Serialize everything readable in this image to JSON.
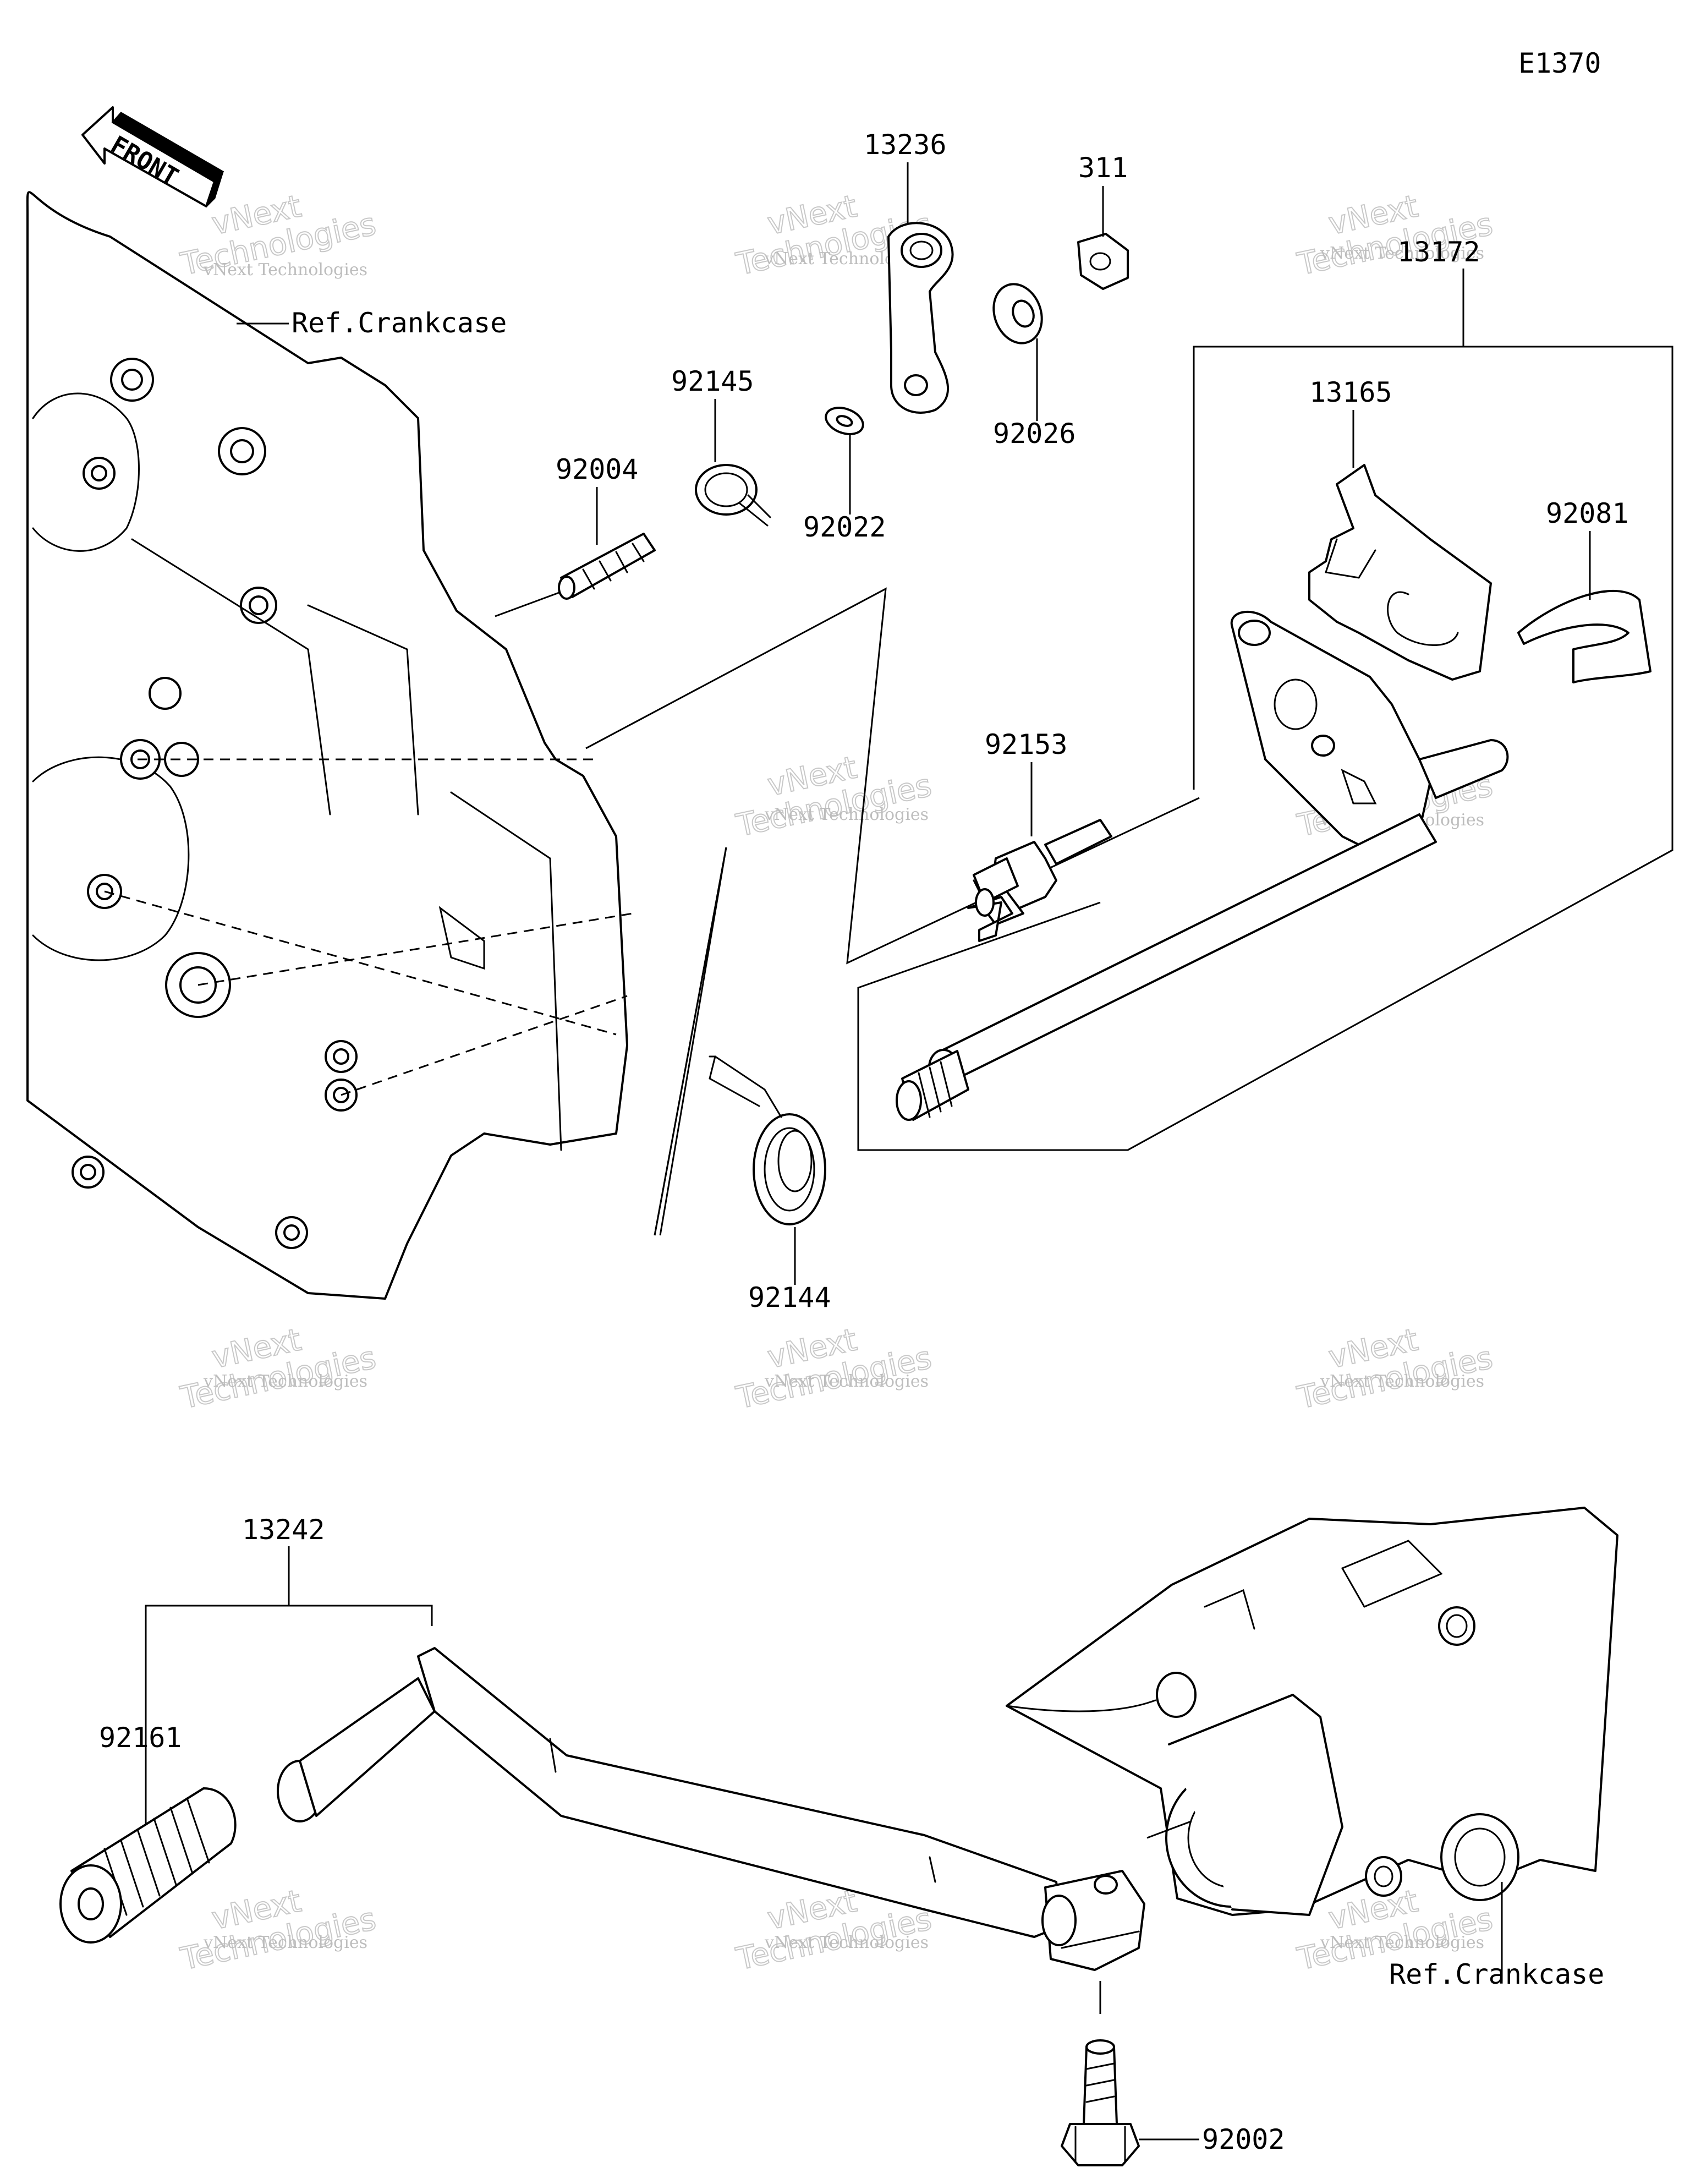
{
  "diagram_code": "E1370",
  "direction_label": "FRONT",
  "refs": {
    "crankcase_top": "Ref.Crankcase",
    "crankcase_bottom": "Ref.Crankcase"
  },
  "parts": [
    {
      "id": "p13236",
      "number": "13236"
    },
    {
      "id": "p311",
      "number": "311"
    },
    {
      "id": "p13172",
      "number": "13172"
    },
    {
      "id": "p13165",
      "number": "13165"
    },
    {
      "id": "p92081",
      "number": "92081"
    },
    {
      "id": "p92145",
      "number": "92145"
    },
    {
      "id": "p92004",
      "number": "92004"
    },
    {
      "id": "p92022",
      "number": "92022"
    },
    {
      "id": "p92026",
      "number": "92026"
    },
    {
      "id": "p92153",
      "number": "92153"
    },
    {
      "id": "p92144",
      "number": "92144"
    },
    {
      "id": "p13242",
      "number": "13242"
    },
    {
      "id": "p92161",
      "number": "92161"
    },
    {
      "id": "p92002",
      "number": "92002"
    }
  ],
  "watermark": {
    "line1": "vNext Technologies",
    "line2": "Technologies",
    "line3": "vNext"
  }
}
